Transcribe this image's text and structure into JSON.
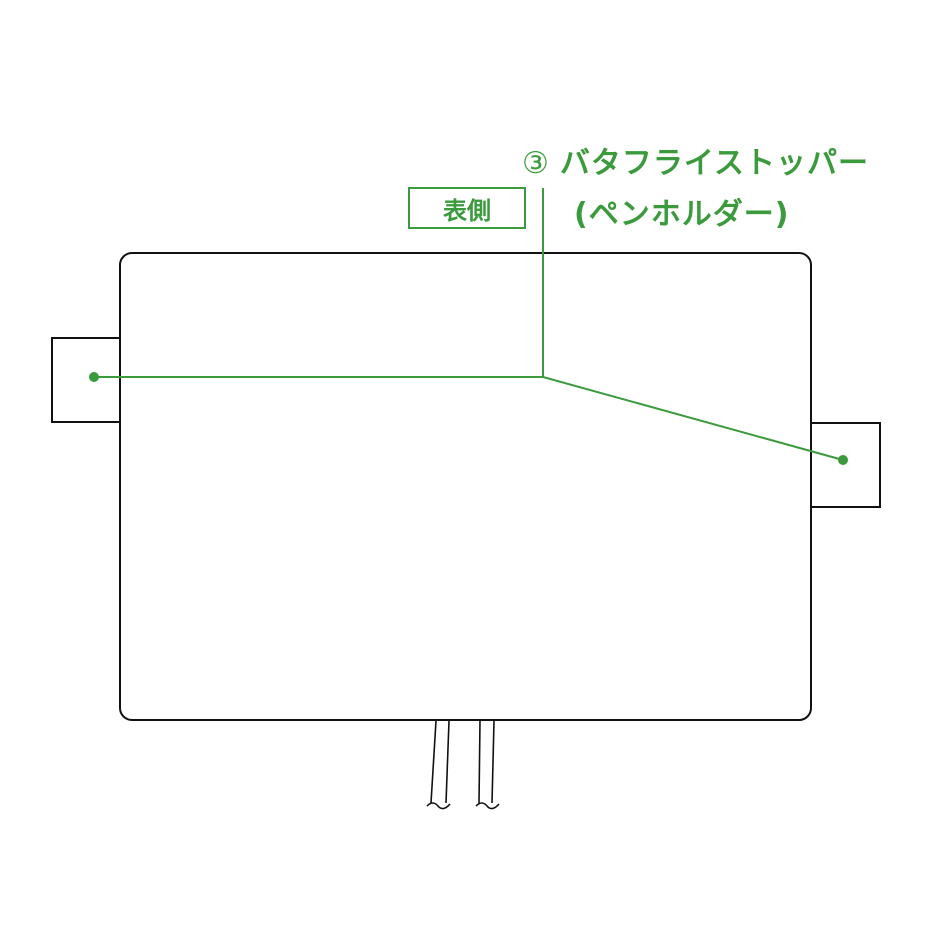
{
  "side_label": "表側",
  "callout": {
    "number": "③",
    "title": "バタフライストッパー",
    "subtitle": "(ペンホルダー)"
  },
  "colors": {
    "accent": "#3a9a3c",
    "outline": "#111111",
    "background": "#ffffff"
  }
}
